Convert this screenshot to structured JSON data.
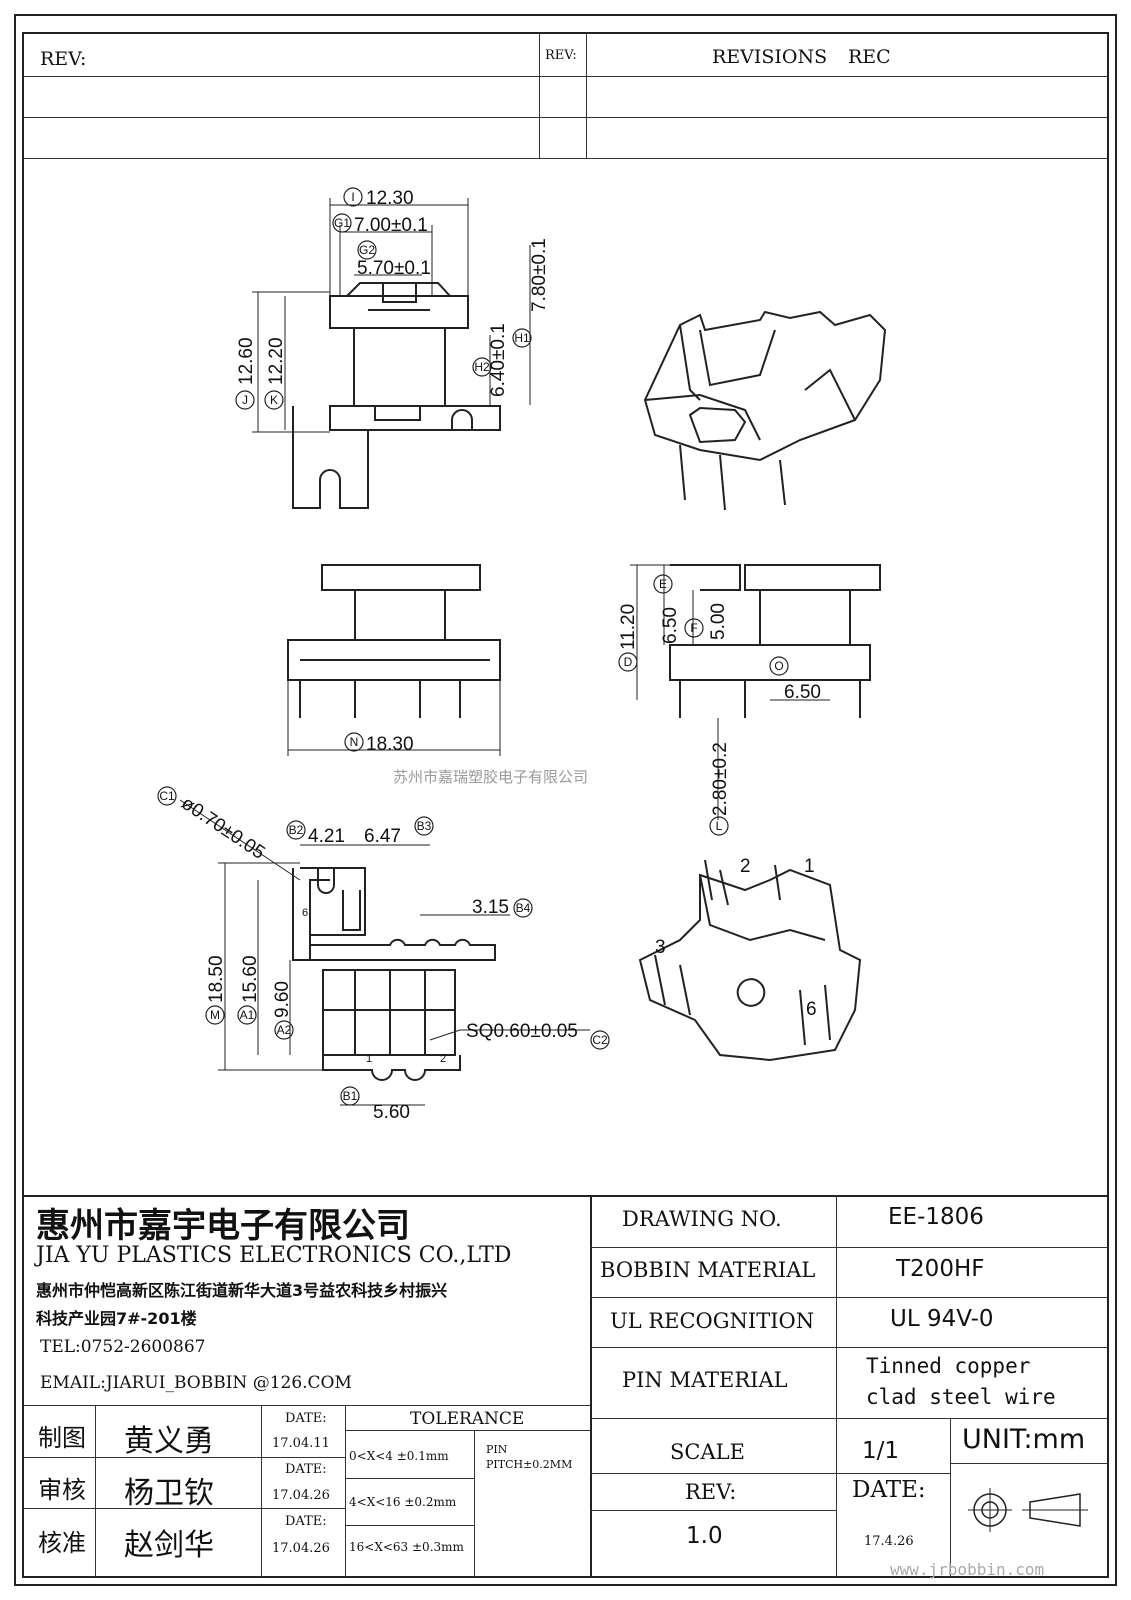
{
  "header": {
    "rev_label": "REV:",
    "rev_label_small": "REV:",
    "revisions_label": "REVISIONS",
    "rec_label": "REC"
  },
  "drawing": {
    "watermark_center": "苏州市嘉瑞塑胶电子有限公司",
    "top_view": {
      "I": "12.30",
      "G1": "7.00±0.1",
      "G2": "5.70±0.1",
      "H1": "7.80±0.1",
      "H2": "6.40±0.1",
      "J": "12.60",
      "K": "12.20",
      "labels": {
        "I": "I",
        "G1": "G1",
        "G2": "G2",
        "H1": "H1",
        "H2": "H2",
        "J": "J",
        "K": "K"
      }
    },
    "front_view": {
      "N": "18.30",
      "labels": {
        "N": "N"
      }
    },
    "side_view": {
      "D": "11.20",
      "E": "6.50",
      "F": "5.00",
      "O": "6.50",
      "L": "2.80±0.2",
      "labels": {
        "D": "D",
        "E": "E",
        "F": "F",
        "O": "O",
        "L": "L"
      }
    },
    "bottom_view": {
      "C1": "ø0.70±0.05",
      "B2": "4.21",
      "B3": "6.47",
      "B4": "3.15",
      "M": "18.50",
      "A1": "15.60",
      "A2": "9.60",
      "C2": "SQ0.60±0.05",
      "B1": "5.60",
      "pin1": "1",
      "pin2": "2",
      "pin6": "6",
      "labels": {
        "C1": "C1",
        "B2": "B2",
        "B3": "B3",
        "B4": "B4",
        "M": "M",
        "A1": "A1",
        "A2": "A2",
        "C2": "C2",
        "B1": "B1"
      }
    },
    "iso_bottom_pins": {
      "p1": "1",
      "p2": "2",
      "p3": "3",
      "p6": "6"
    }
  },
  "title_block": {
    "company_cn": "惠州市嘉宇电子有限公司",
    "company_en": "JIA YU PLASTICS ELECTRONICS CO.,LTD",
    "address_line1": "惠州市仲恺高新区陈江街道新华大道3号益农科技乡村振兴",
    "address_line2": "科技产业园7#-201楼",
    "tel": "TEL:0752-2600867",
    "email": "EMAIL:JIARUI_BOBBIN @126.COM",
    "drawing_no_label": "DRAWING  NO.",
    "drawing_no": "EE-1806",
    "bobbin_material_label": "BOBBIN  MATERIAL",
    "bobbin_material": "T200HF",
    "ul_label": "UL RECOGNITION",
    "ul_value": "UL 94V-0",
    "pin_material_label": "PIN MATERIAL",
    "pin_material_line1": "Tinned copper",
    "pin_material_line2": "clad steel wire",
    "scale_label": "SCALE",
    "scale": "1/1",
    "unit": "UNIT:mm",
    "rev_label": "REV:",
    "rev": "1.0",
    "date_label": "DATE:",
    "date": "17.4.26",
    "approvals": [
      {
        "role": "制图",
        "name": "黄义勇",
        "date_label": "DATE:",
        "date": "17.04.11"
      },
      {
        "role": "审核",
        "name": "杨卫钦",
        "date_label": "DATE:",
        "date": "17.04.26"
      },
      {
        "role": "核准",
        "name": "赵剑华",
        "date_label": "DATE:",
        "date": "17.04.26"
      }
    ],
    "tolerance_label": "TOLERANCE",
    "tolerances": [
      "0<X<4  ±0.1mm",
      "4<X<16 ±0.2mm",
      "16<X<63 ±0.3mm"
    ],
    "pin_pitch_line1": "PIN",
    "pin_pitch_line2": "PITCH±0.2MM",
    "website": "www.jrbobbin.com"
  }
}
